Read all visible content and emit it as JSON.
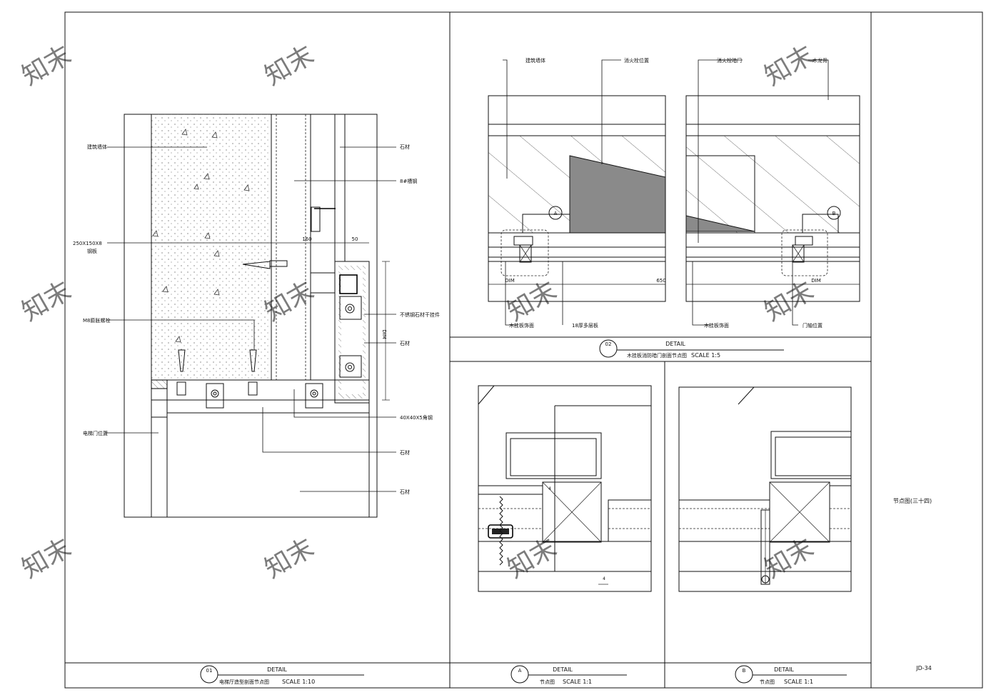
{
  "sheet": {
    "sheet_title": "节点图(三十四)",
    "sheet_number": "JD-34"
  },
  "detail_01": {
    "bubble": "01",
    "detail_word": "DETAIL",
    "name": "电梯厅造型剖面节点图",
    "scale": "SCALE 1:10",
    "labels": {
      "structure": "建筑墙体",
      "stone_top": "石材",
      "steel_8": "8#槽钢",
      "plate": "250X150X8",
      "plate_sub": "钢板",
      "bolt": "M8膨胀螺栓",
      "hanger": "不锈钢石材干挂件",
      "stone_mid": "石材",
      "angle": "40X40X5角钢",
      "stone_low": "石材",
      "elevator_door": "电梯门位置",
      "stone_bottom": "石材"
    },
    "dims": {
      "d160": "160",
      "d50": "50",
      "dim": "DIM"
    }
  },
  "detail_02": {
    "bubble": "02",
    "detail_word": "DETAIL",
    "name": "木挂板消防暗门剖面节点图",
    "scale": "SCALE 1:5",
    "labels": {
      "structure": "建筑墙体",
      "hydrant": "消火栓位置",
      "hydrant_door": "消火栓暗门",
      "wood_keel": "木龙骨",
      "wood_face_left": "木挂板饰面",
      "plywood": "18厚多层板",
      "wood_face_right": "木挂板饰面",
      "door_shaft": "门轴位置"
    },
    "dims": {
      "dim_left": "DIM",
      "d650": "650",
      "dim_right": "DIM"
    },
    "callouts": {
      "a": "A",
      "b": "B"
    }
  },
  "detail_a": {
    "bubble": "A",
    "detail_word": "DETAIL",
    "name": "节点图",
    "scale": "SCALE 1:1",
    "dims": {
      "top": "4",
      "bottom": "4"
    }
  },
  "detail_b": {
    "bubble": "B",
    "detail_word": "DETAIL",
    "name": "节点图",
    "scale": "SCALE 1:1"
  },
  "watermark": "知末"
}
